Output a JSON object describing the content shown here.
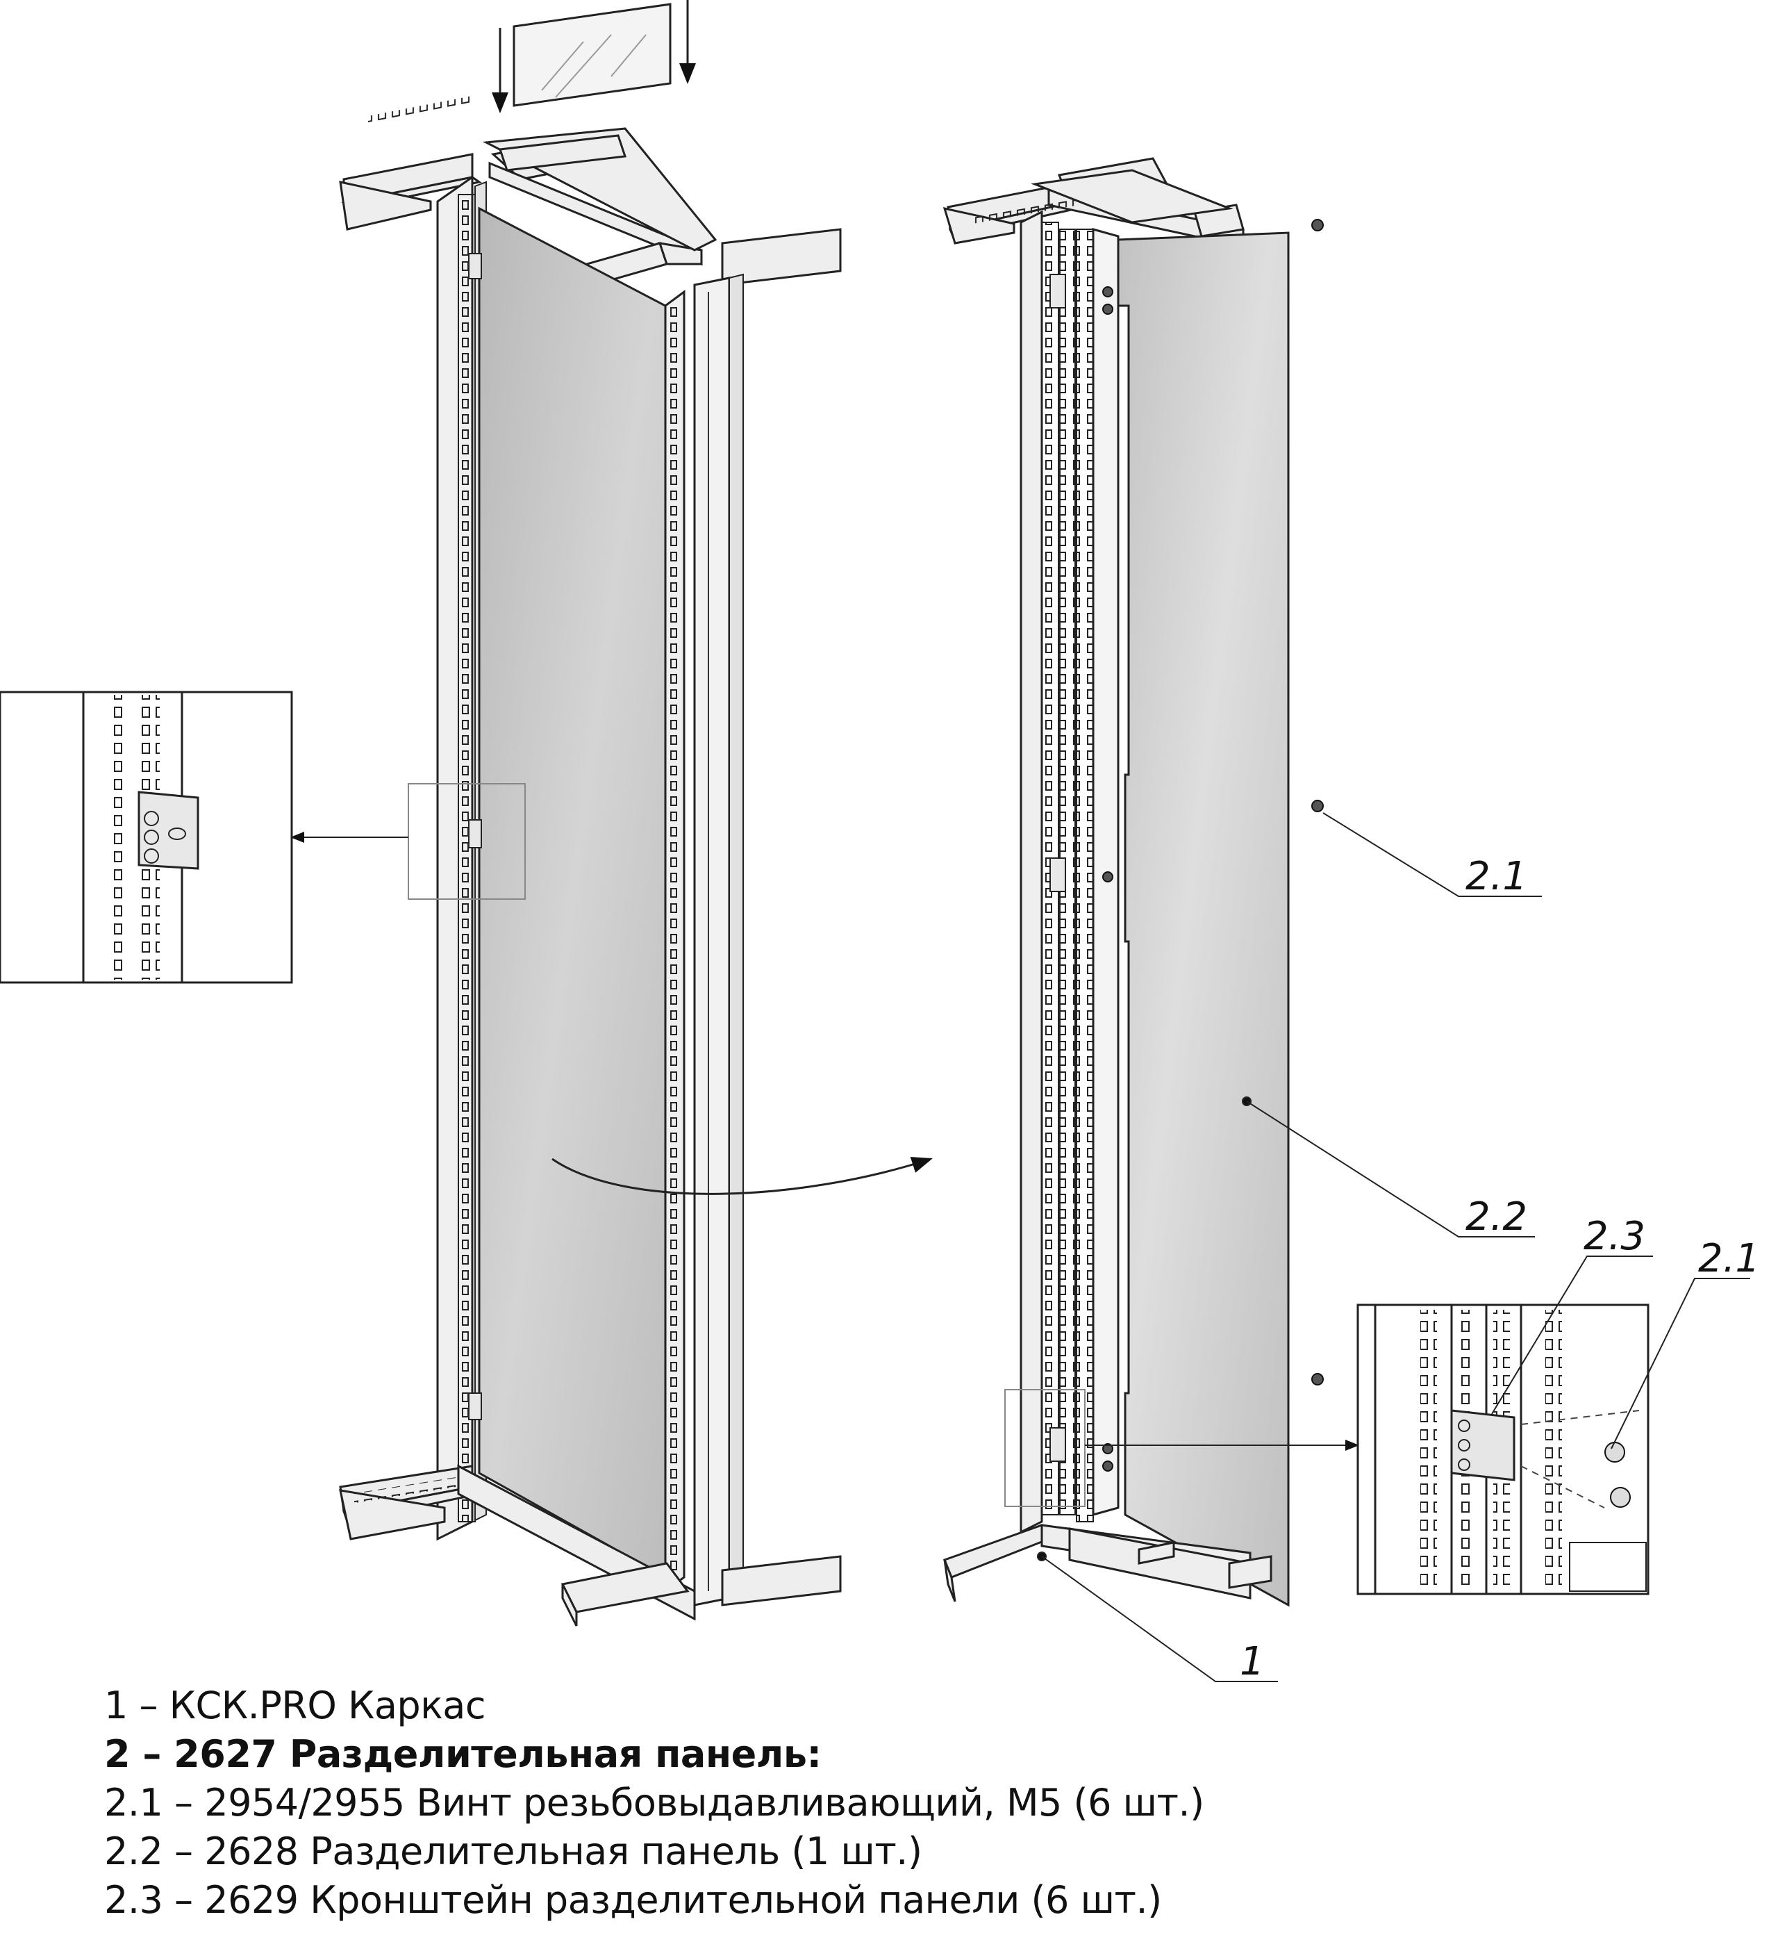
{
  "callouts": {
    "c1": "2.1",
    "c2": "2.2",
    "c3": "2.3",
    "c4": "2.1",
    "c5": "1"
  },
  "legend": [
    {
      "text": "1 – КСК.PRO Каркас",
      "bold": false
    },
    {
      "text": "2 – 2627 Разделительная панель:",
      "bold": true
    },
    {
      "text": "2.1 – 2954/2955 Винт резьбовыдавливающий, М5 (6 шт.)",
      "bold": false
    },
    {
      "text": "2.2 – 2628 Разделительная панель (1 шт.)",
      "bold": false
    },
    {
      "text": "2.3 – 2629 Кронштейн разделительной панели (6 шт.)",
      "bold": false
    }
  ]
}
